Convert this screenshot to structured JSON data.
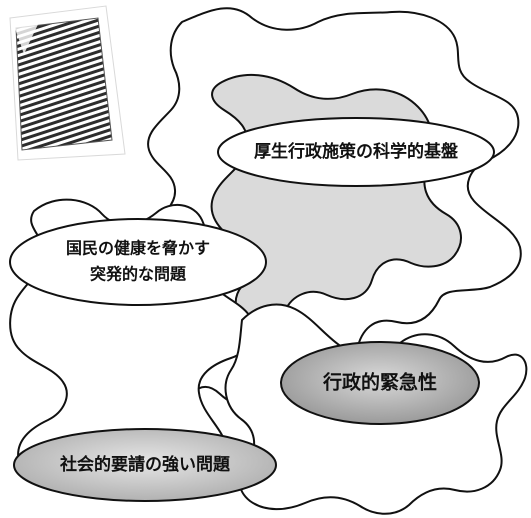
{
  "diagram": {
    "labels": {
      "top": "厚生行政施策の科学的基盤",
      "left_line1": "国民の健康を脅かす",
      "left_line2": "突発的な問題",
      "right": "行政的緊急性",
      "bottom": "社会的要請の強い問題"
    },
    "colors": {
      "outline": "#111111",
      "piece_fill": "#d8d8d8",
      "ellipse_light": "#ffffff",
      "ellipse_dark": "#bdbdbd",
      "ellipse_mid": "#d2d2d2"
    },
    "icons": {
      "top_left_image": "building-icon"
    }
  }
}
